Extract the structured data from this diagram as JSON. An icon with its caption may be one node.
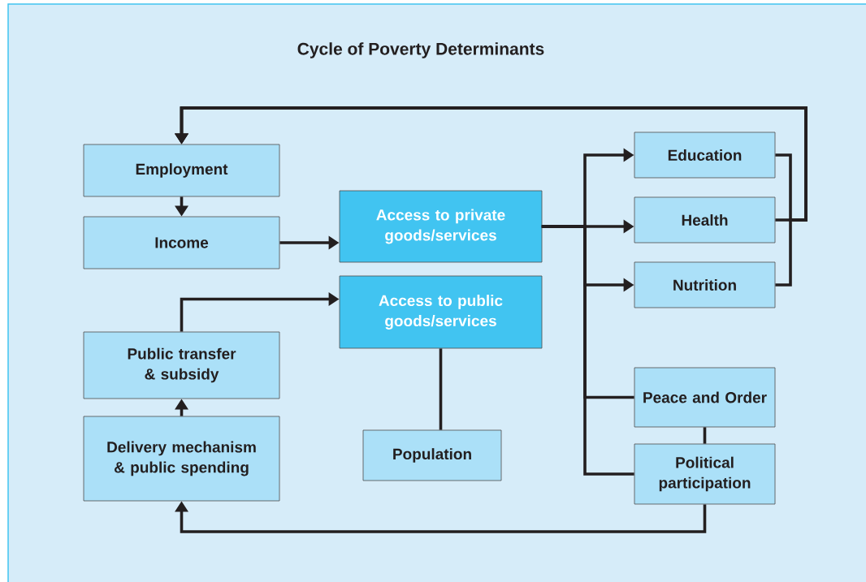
{
  "diagram": {
    "title": "Cycle of Poverty Determinants",
    "nodes": [
      {
        "text": [
          "Employment"
        ]
      },
      {
        "text": [
          "Income"
        ]
      },
      {
        "text": [
          "Access to private goods/services"
        ]
      },
      {
        "text": [
          "Access to public goods/services"
        ]
      },
      {
        "text": [
          "Public transfer & subsidy"
        ]
      },
      {
        "text": [
          "Delivery mechanism & public spending"
        ]
      },
      {
        "text": [
          "Population"
        ]
      },
      {
        "text": [
          "Education"
        ]
      },
      {
        "text": [
          "Health"
        ]
      },
      {
        "text": [
          "Nutrition"
        ]
      },
      {
        "text": [
          "Peace and Order"
        ]
      },
      {
        "text": [
          "Political participation"
        ]
      }
    ],
    "edges": [
      {
        "from": 0,
        "to": 1,
        "arrow": "to"
      },
      {
        "from": 1,
        "to": 2,
        "arrow": "to"
      },
      {
        "from": 4,
        "to": 3,
        "arrow": "to"
      },
      {
        "from": 5,
        "to": 4,
        "arrow": "to"
      },
      {
        "from": 3,
        "to": 6,
        "arrow": "none"
      },
      {
        "from": 2,
        "to": 7,
        "arrow": "to"
      },
      {
        "from": 2,
        "to": 8,
        "arrow": "to"
      },
      {
        "from": 2,
        "to": 9,
        "arrow": "to"
      },
      {
        "from": 2,
        "to": 10,
        "arrow": "none"
      },
      {
        "from": 2,
        "to": 11,
        "arrow": "none"
      },
      {
        "from": 7,
        "to": 0,
        "arrow": "to"
      },
      {
        "from": 8,
        "to": 0,
        "arrow": "to"
      },
      {
        "from": 9,
        "to": 0,
        "arrow": "to"
      },
      {
        "from": 10,
        "to": 11,
        "arrow": "none"
      },
      {
        "from": 11,
        "to": 5,
        "arrow": "to"
      }
    ]
  }
}
